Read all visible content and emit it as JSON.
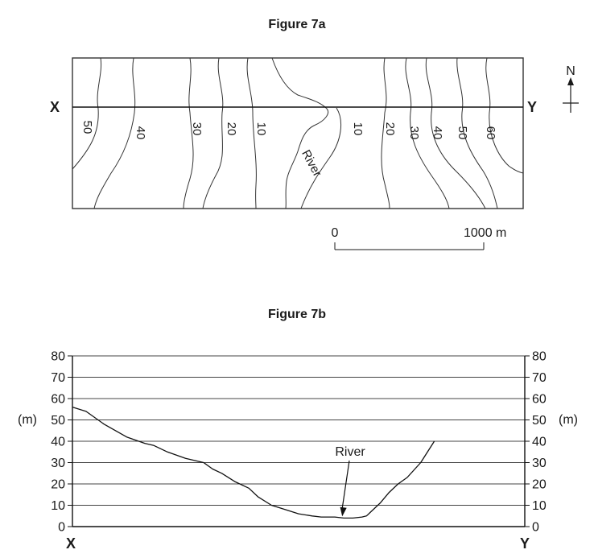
{
  "figure_a": {
    "title": "Figure 7a",
    "endpoint_left": "X",
    "endpoint_right": "Y",
    "north_label": "N",
    "river_label": "River",
    "contours_left": [
      "50",
      "40",
      "30",
      "20",
      "10"
    ],
    "contours_right": [
      "10",
      "20",
      "30",
      "40",
      "50",
      "60"
    ],
    "scale": {
      "start": "0",
      "end": "1000 m"
    }
  },
  "figure_b": {
    "title": "Figure 7b",
    "unit_left": "(m)",
    "unit_right": "(m)",
    "endpoint_left": "X",
    "endpoint_right": "Y",
    "annotation": "River",
    "chart_data": {
      "type": "line",
      "ylim": [
        0,
        80
      ],
      "grid": true,
      "yticks": [
        "0",
        "10",
        "20",
        "30",
        "40",
        "50",
        "60",
        "70",
        "80"
      ],
      "x": [
        0,
        0.03,
        0.07,
        0.12,
        0.16,
        0.18,
        0.21,
        0.25,
        0.29,
        0.31,
        0.33,
        0.36,
        0.39,
        0.41,
        0.44,
        0.47,
        0.5,
        0.53,
        0.55,
        0.58,
        0.6,
        0.62,
        0.64,
        0.65,
        0.66,
        0.68,
        0.7,
        0.72,
        0.74,
        0.77,
        0.8
      ],
      "y": [
        56,
        54,
        48,
        42,
        39,
        38,
        35,
        32,
        30,
        27,
        25,
        21,
        18,
        14,
        10,
        8,
        6,
        5,
        4.5,
        4.5,
        4,
        4,
        4.5,
        5,
        7,
        11,
        16,
        20,
        23,
        30,
        40
      ],
      "x_endpoints": [
        "X",
        "Y"
      ]
    }
  }
}
